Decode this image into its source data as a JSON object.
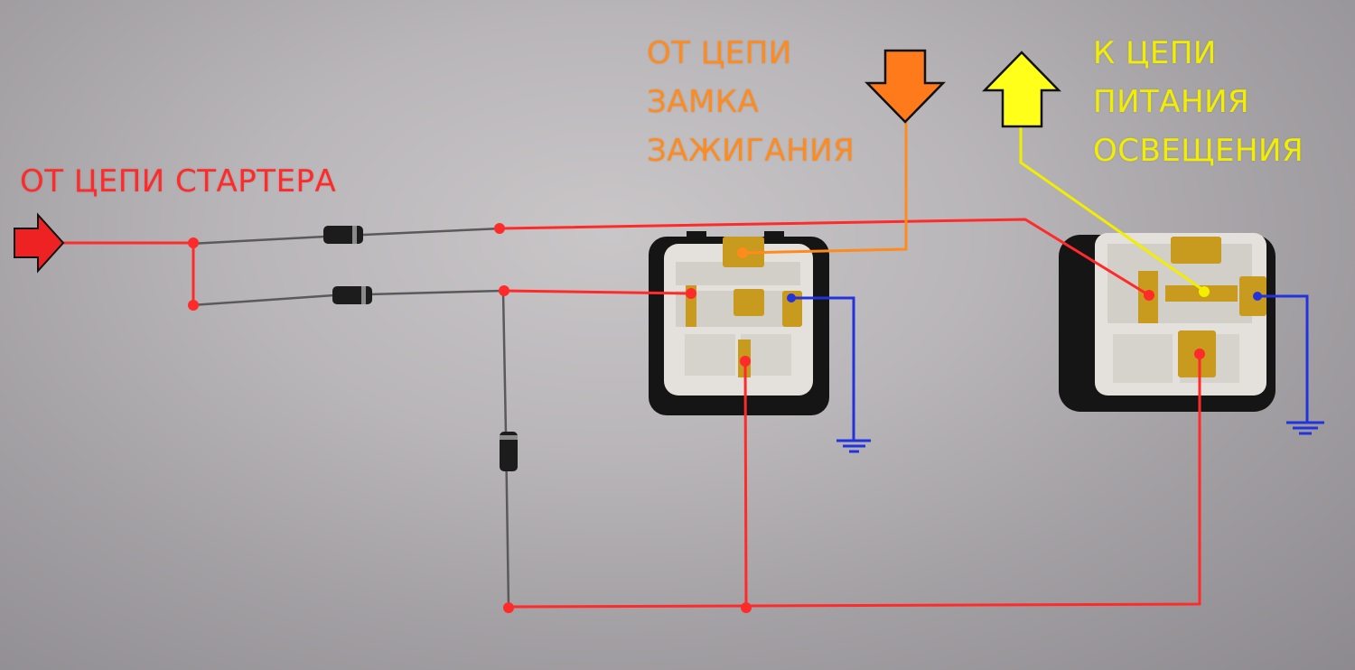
{
  "labels": {
    "from_starter": "ОТ ЦЕПИ СТАРТЕРА",
    "from_ignition": [
      "ОТ ЦЕПИ",
      "ЗАМКА",
      "ЗАЖИГАНИЯ"
    ],
    "to_lighting": [
      "К ЦЕПИ",
      "ПИТАНИЯ",
      "ОСВЕЩЕНИЯ"
    ]
  },
  "colors": {
    "starter_wire": "#ff2a2a",
    "ignition_wire": "#ff8a1e",
    "lighting_wire": "#f2ee00",
    "ground_wire": "#2233dd"
  },
  "components": {
    "diodes": 3,
    "relays": 2,
    "ground_symbols": 2
  }
}
